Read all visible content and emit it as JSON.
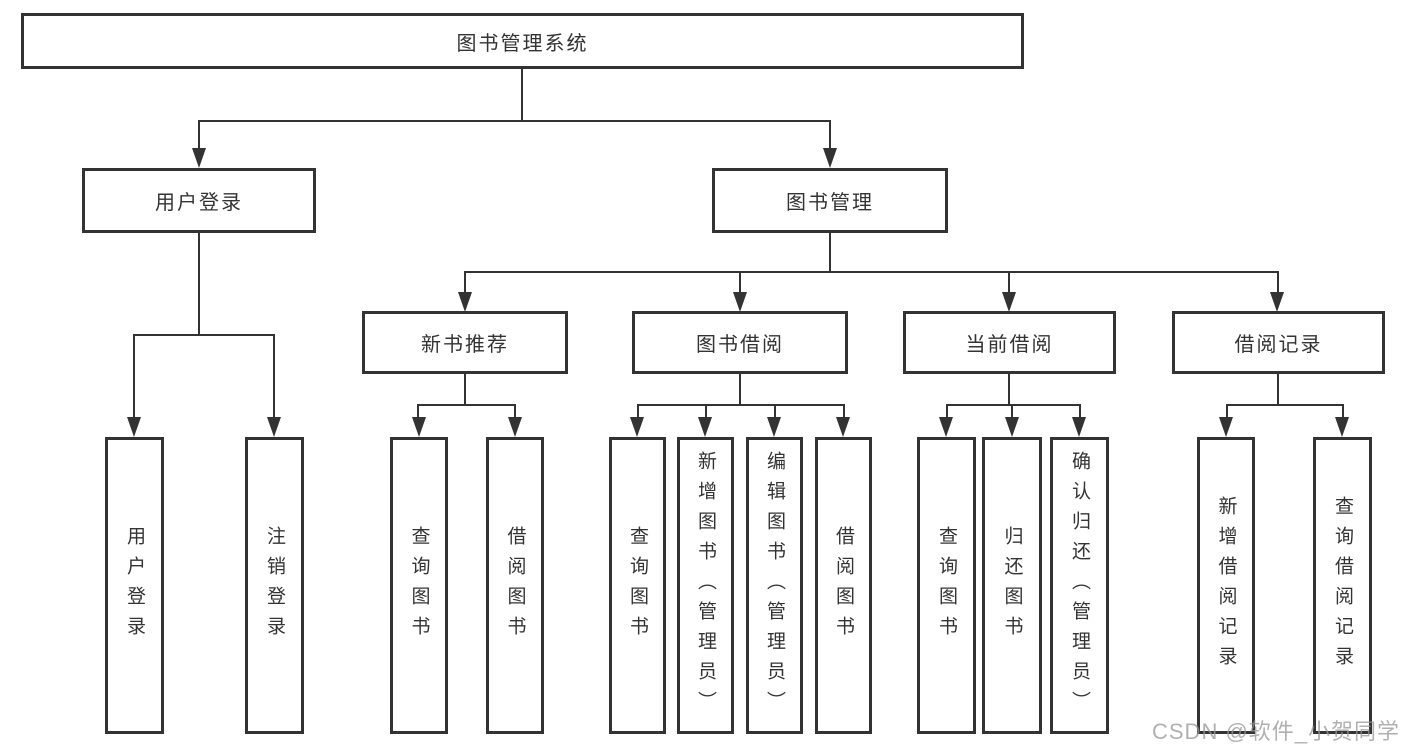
{
  "diagram": {
    "title": "图书管理系统",
    "level2": [
      {
        "label": "用户登录"
      },
      {
        "label": "图书管理"
      }
    ],
    "level3": [
      {
        "label": "新书推荐"
      },
      {
        "label": "图书借阅"
      },
      {
        "label": "当前借阅"
      },
      {
        "label": "借阅记录"
      }
    ],
    "leaves": {
      "user_login": [
        "用户登录",
        "注销登录"
      ],
      "new_book_recommend": [
        "查询图书",
        "借阅图书"
      ],
      "book_borrow": [
        "查询图书",
        "新增图书（管理员）",
        "编辑图书（管理员）",
        "借阅图书"
      ],
      "current_borrow": [
        "查询图书",
        "归还图书",
        "确认归还（管理员）"
      ],
      "borrow_record": [
        "新增借阅记录",
        "查询借阅记录"
      ]
    }
  },
  "watermark": {
    "text": "CSDN @软件_小贺同学"
  },
  "colors": {
    "line": "#333333",
    "text": "#333333",
    "background": "#ffffff",
    "watermark": "#969696"
  }
}
